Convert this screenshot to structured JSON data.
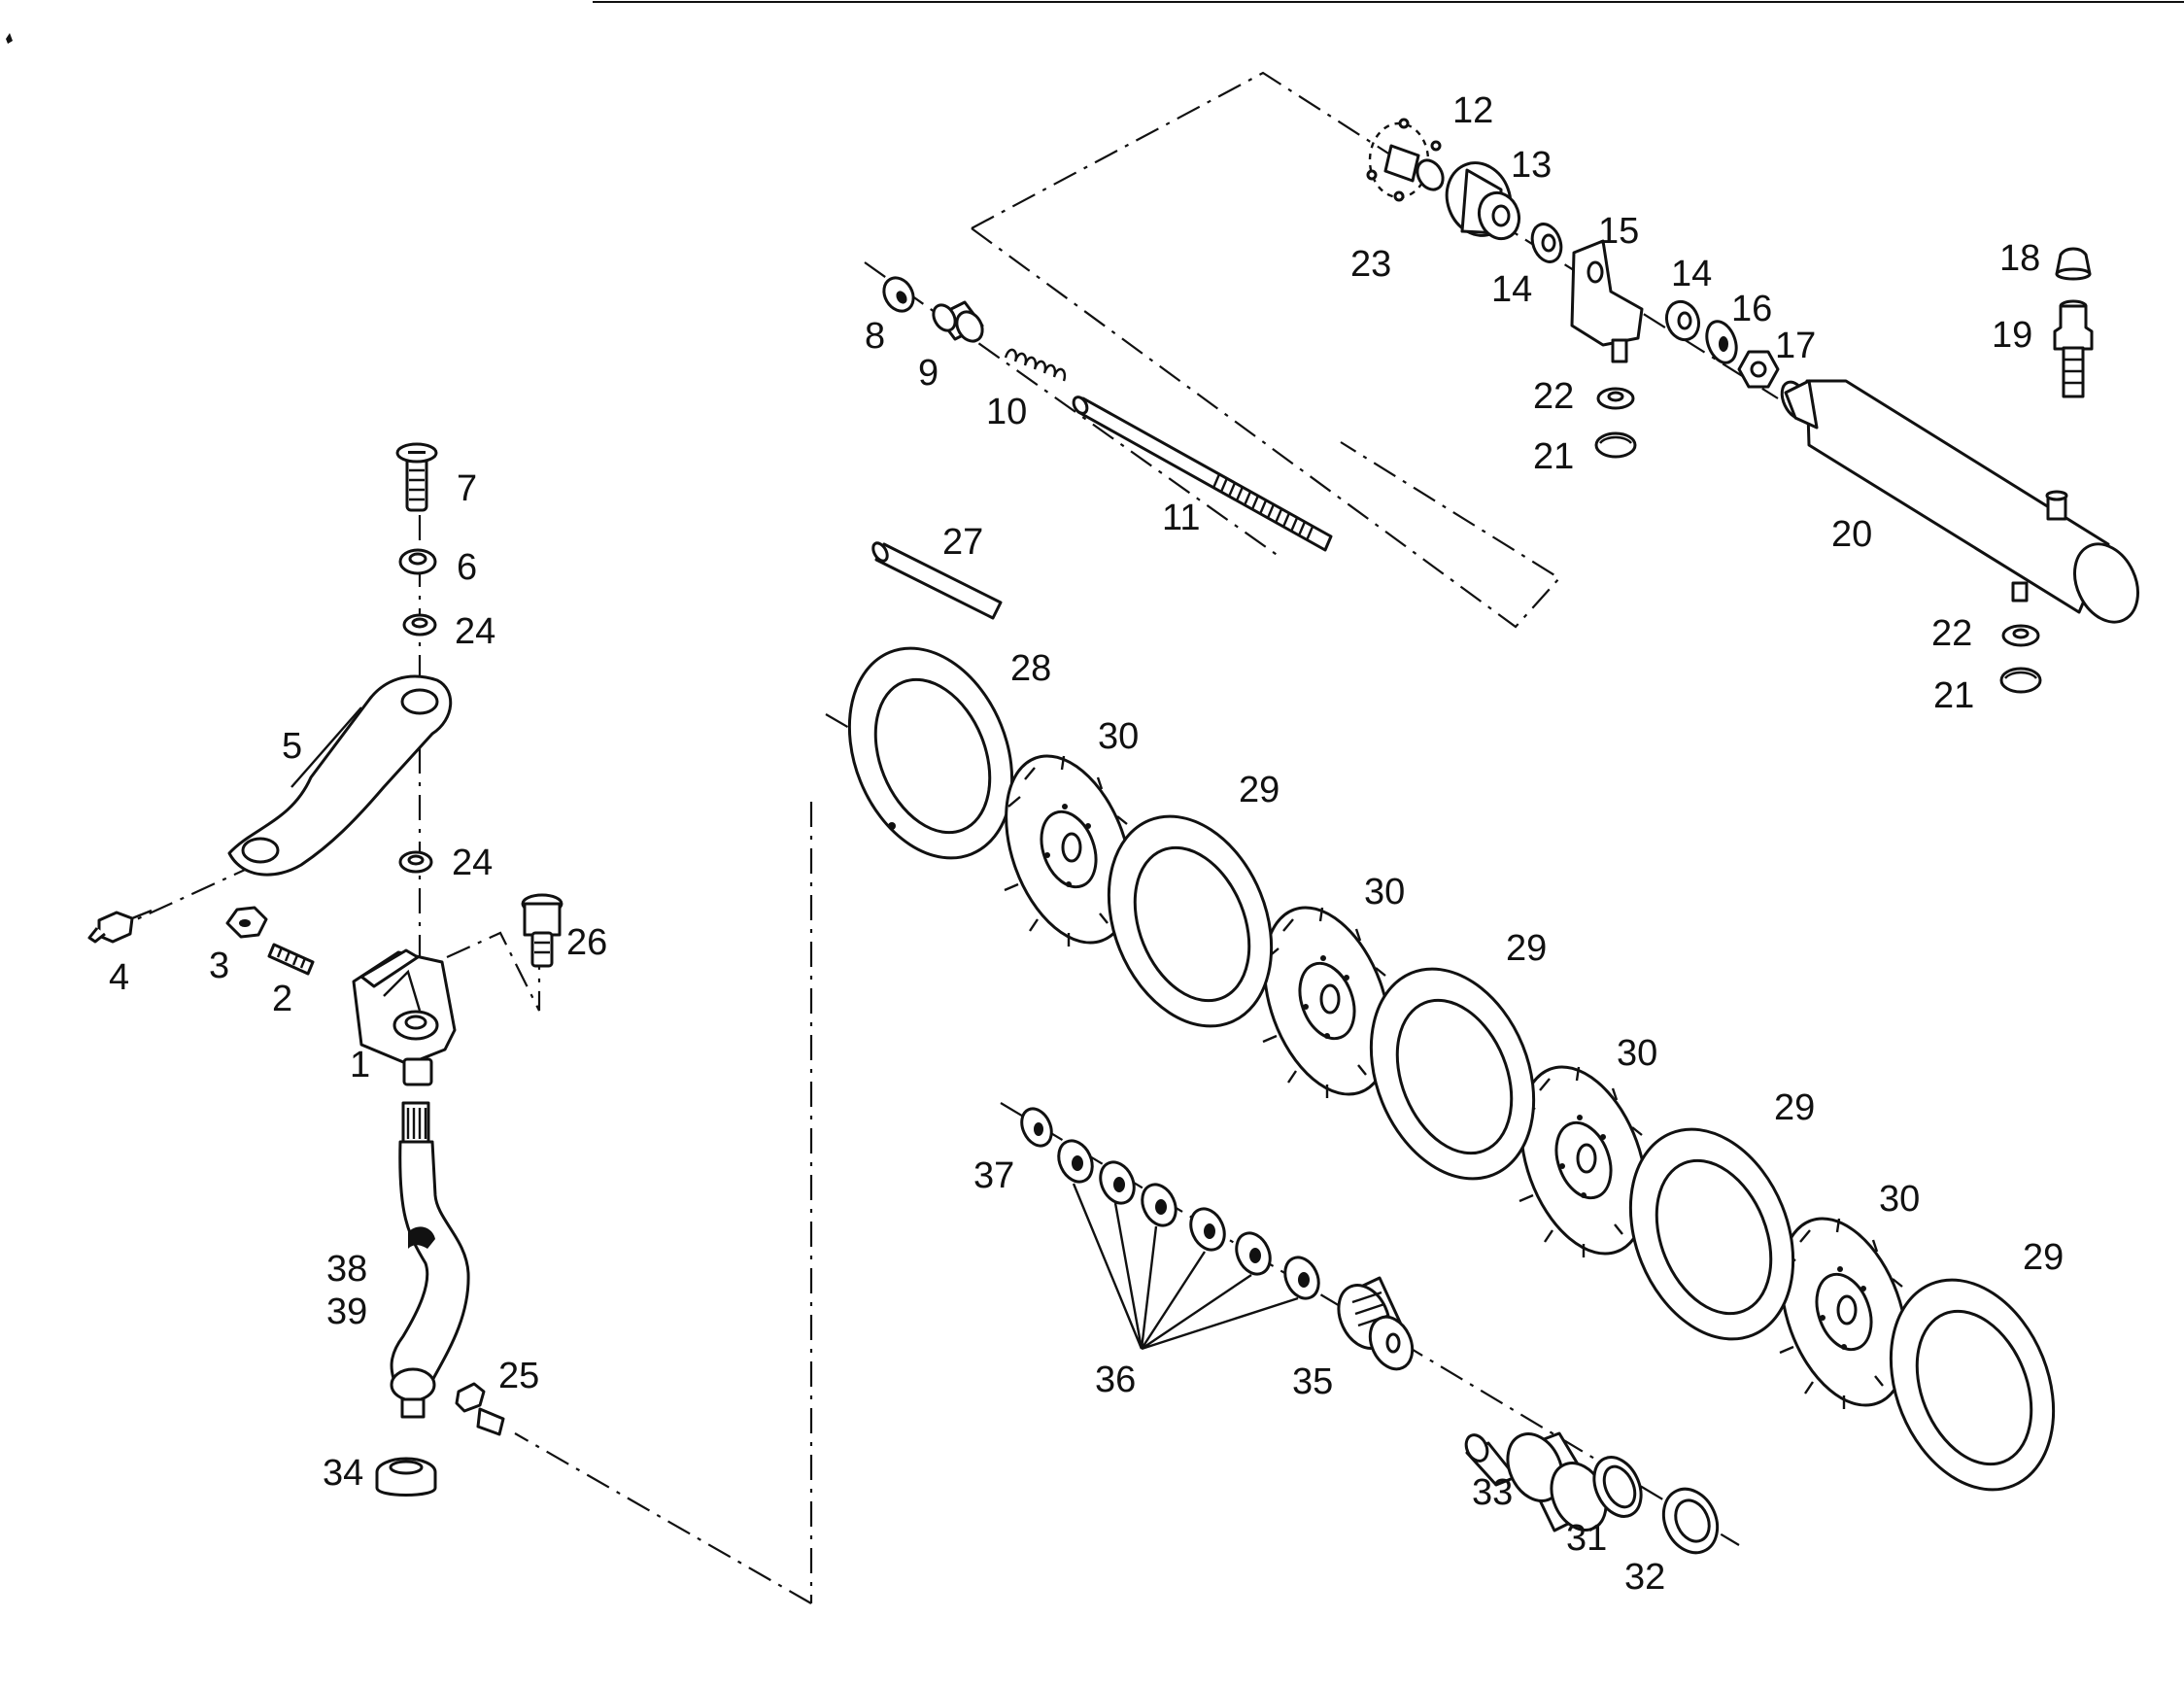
{
  "page": {
    "background": "#ffffff",
    "ink": "#111111"
  },
  "labels": {
    "p1": "1",
    "p2": "2",
    "p3": "3",
    "p4": "4",
    "p5": "5",
    "p6": "6",
    "p7": "7",
    "p8": "8",
    "p9": "9",
    "p10": "10",
    "p11": "11",
    "p12": "12",
    "p13": "13",
    "p14a": "14",
    "p14b": "14",
    "p15": "15",
    "p16": "16",
    "p17": "17",
    "p18": "18",
    "p19": "19",
    "p20": "20",
    "p21a": "21",
    "p21b": "21",
    "p22a": "22",
    "p22b": "22",
    "p23": "23",
    "p24a": "24",
    "p24b": "24",
    "p25": "25",
    "p26": "26",
    "p27": "27",
    "p28": "28",
    "p29a": "29",
    "p29b": "29",
    "p29c": "29",
    "p29d": "29",
    "p30a": "30",
    "p30b": "30",
    "p30c": "30",
    "p30d": "30",
    "p31": "31",
    "p32": "32",
    "p33": "33",
    "p34": "34",
    "p35": "35",
    "p36": "36",
    "p37": "37",
    "p38": "38",
    "p39": "39"
  }
}
